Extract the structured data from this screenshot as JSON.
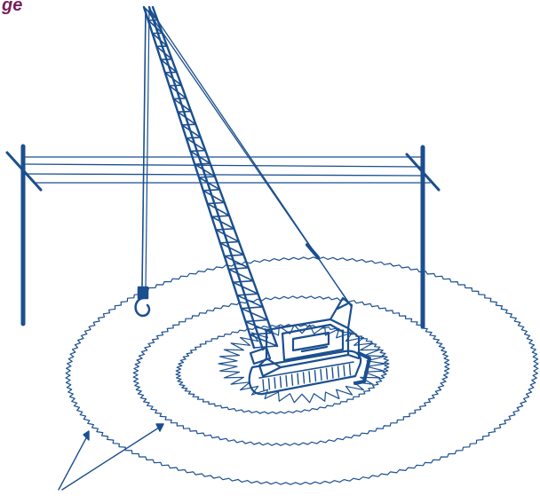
{
  "title_fragment": "ge",
  "colors": {
    "line": "#1b4f8f",
    "title": "#7a1f5c",
    "background": "#ffffff"
  },
  "scene": {
    "subject": "crawler-crane",
    "hazard": "overhead-power-lines",
    "ground_rings": 3,
    "pointer_arrows": 2
  }
}
